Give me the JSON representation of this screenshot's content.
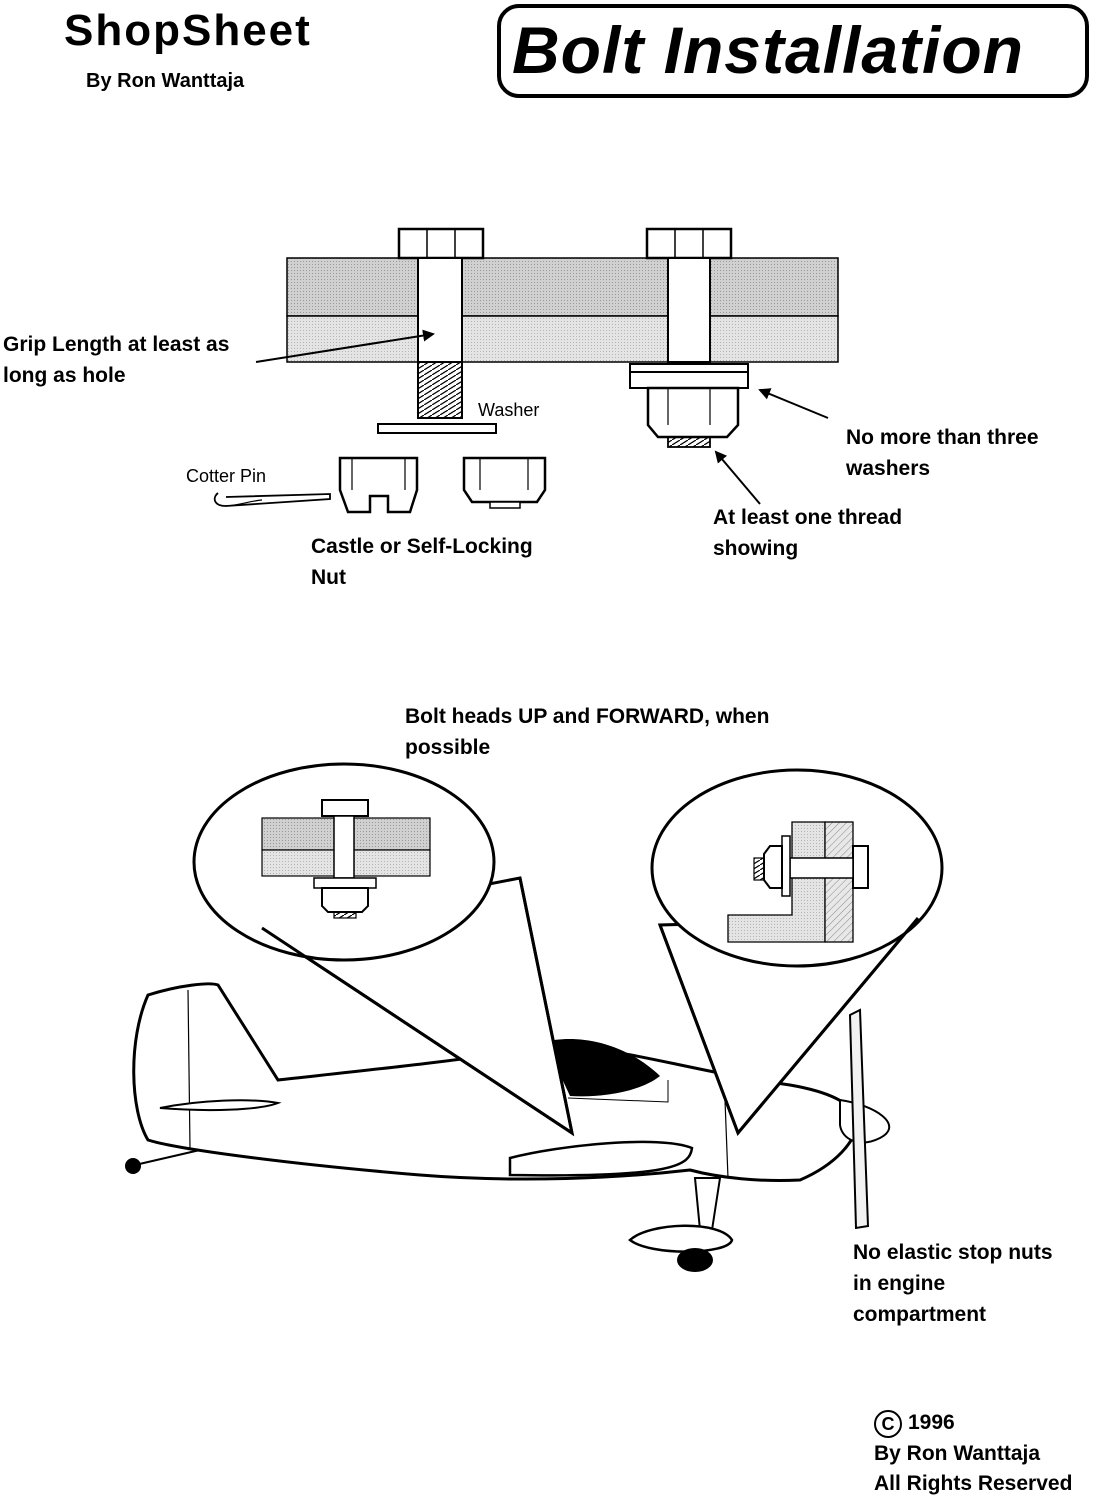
{
  "header": {
    "brand": "ShopSheet",
    "byline": "By Ron Wanttaja",
    "title": "Bolt Installation"
  },
  "labels": {
    "grip_length": [
      "Grip Length at least as",
      "long as hole"
    ],
    "washer": "Washer",
    "cotter_pin": "Cotter  Pin",
    "castle_nut": [
      "Castle or Self-Locking",
      "Nut"
    ],
    "no_more_washers": [
      "No more than three",
      "washers"
    ],
    "thread_showing": [
      "At least one thread",
      "showing"
    ],
    "bolt_heads": [
      "Bolt heads UP and FORWARD, when",
      "possible"
    ],
    "no_elastic": [
      "No elastic stop nuts",
      "in engine",
      "compartment"
    ]
  },
  "copyright": {
    "symbol": "C",
    "year": "1996",
    "author": "By Ron Wanttaja",
    "rights": "All Rights Reserved"
  }
}
